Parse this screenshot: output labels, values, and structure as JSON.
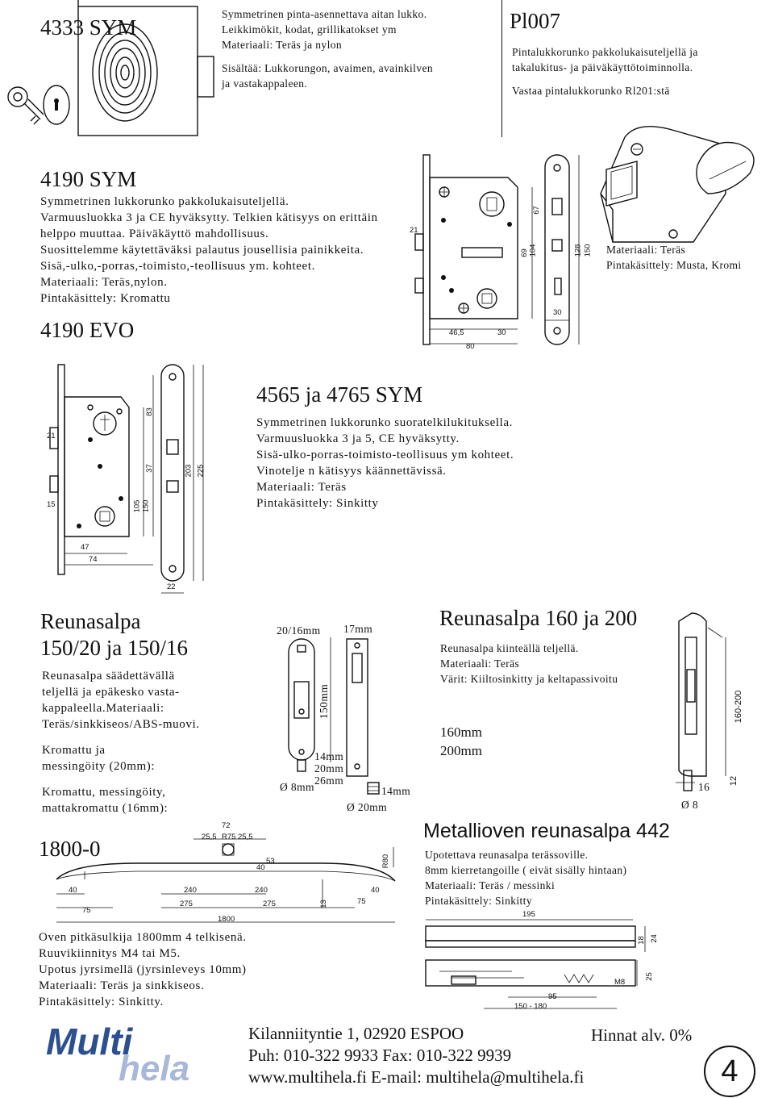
{
  "p4333": {
    "title": "4333 SYM",
    "lines": [
      "Symmetrinen pinta-asennettava aitan lukko.",
      "Leikkimökit, kodat, grillikatokset ym",
      "Materiaali: Teräs ja nylon",
      "",
      "Sisältää: Lukkorungon, avaimen, avainkilven",
      "ja vastakappaleen."
    ]
  },
  "pl007": {
    "title": "Pl007",
    "lines": [
      "Pintalukkorunko pakkolukaisuteljellä ja",
      "takalukitus- ja päiväkäyttötoiminnolla.",
      "",
      "Vastaa pintalukkorunko Rl201:stä"
    ],
    "material": [
      "Materiaali: Teräs",
      "Pintakäsittely: Musta, Kromi"
    ]
  },
  "p4190": {
    "title": "4190 SYM",
    "lines": [
      "Symmetrinen lukkorunko pakkolukaisuteljellä.",
      "Varmuusluokka 3 ja CE hyväksytty. Telkien kätisyys on erittäin",
      "helppo muuttaa. Päiväkäyttö mahdollisuus.",
      "Suosittelemme käytettäväksi palautus jousellisia painikkeita.",
      "Sisä,-ulko,-porras,-toimisto,-teollisuus ym. kohteet.",
      "Materiaali: Teräs,nylon.",
      "Pintakäsittely: Kromattu"
    ],
    "evo_title": "4190 EVO"
  },
  "dims_4190": {
    "d21": "21",
    "d46_5": "46,5",
    "d30a": "30",
    "d80": "80",
    "d69": "69",
    "d104": "104",
    "d67": "67",
    "d128": "128",
    "d150": "150",
    "d30b": "30"
  },
  "dims_evo": {
    "d21": "21",
    "d15": "15",
    "d47": "47",
    "d74": "74",
    "d83": "83",
    "d37": "37",
    "d105": "105",
    "d150": "150",
    "d203": "203",
    "d225": "225",
    "d22": "22"
  },
  "p4565": {
    "title": "4565 ja 4765 SYM",
    "lines": [
      "Symmetrinen lukkorunko suoratelkilukituksella.",
      "Varmuusluokka 3 ja 5, CE hyväksytty.",
      "Sisä-ulko-porras-toimisto-teollisuus ym kohteet.",
      "Vinotelje n kätisyys käännettävissä.",
      "Materiaali: Teräs",
      "Pintakäsittely: Sinkitty"
    ]
  },
  "reuna150": {
    "title1": "Reunasalpa",
    "title2": "150/20 ja 150/16",
    "lines": [
      "Reunasalpa säädettävällä",
      "teljellä ja epäkesko vasta-",
      "kappaleella.Materiaali:",
      "Teräs/sinkkiseos/ABS-muovi.",
      "",
      "Kromattu ja",
      "messingöity (20mm):",
      "",
      "Kromattu, messingöity,",
      "mattakromattu (16mm):"
    ],
    "dims": {
      "d20_16": "20/16mm",
      "d17": "17mm",
      "d150": "150mm",
      "d14a": "14mm",
      "d20": "20mm",
      "d26": "26mm",
      "d8": "Ø 8mm",
      "d14b": "14mm",
      "d20b": "Ø 20mm"
    }
  },
  "reuna160": {
    "title": "Reunasalpa 160 ja 200",
    "lines": [
      "Reunasalpa kiinteällä teljellä.",
      "Materiaali: Teräs",
      "Värit: Kiiltosinkitty ja keltapassivoitu"
    ],
    "sizes": [
      "160mm",
      "200mm"
    ],
    "dims": {
      "d160_200": "160-200",
      "d16": "16",
      "d12": "12",
      "d8": "Ø 8"
    }
  },
  "p1800": {
    "title": "1800-0",
    "lines": [
      "Oven pitkäsulkija 1800mm 4 telkisenä.",
      "Ruuvikiinnitys M4 tai M5.",
      "Upotus jyrsimellä (jyrsinleveys 10mm)",
      "Materiaali: Teräs ja sinkkiseos.",
      "Pintakäsittely: Sinkitty."
    ],
    "dims": {
      "d72": "72",
      "d25a": "25,5",
      "r75": "R75",
      "d25b": "25,5",
      "d40a": "40",
      "d53": "53",
      "r80": "R80",
      "d40b": "40",
      "d240a": "240",
      "d240b": "240",
      "d40c": "40",
      "d75a": "75",
      "d275a": "275",
      "d275b": "275",
      "d13": "13",
      "d75b": "75",
      "d1800": "1800"
    }
  },
  "p442": {
    "title": "Metallioven reunasalpa 442",
    "lines": [
      "Upotettava reunasalpa terässoville.",
      "8mm kierretangoille ( eivät sisälly hintaan)",
      "Materiaali: Teräs / messinki",
      "Pintakäsittely: Sinkitty"
    ],
    "dims": {
      "d195": "195",
      "d18": "18",
      "d24": "24",
      "m8": "M8",
      "d25": "25",
      "d95": "95",
      "d150_180": "150 - 180"
    }
  },
  "footer": {
    "address": "Kilanniityntie 1, 02920 ESPOO",
    "phone": "Puh: 010-322 9933 Fax: 010-322 9939",
    "web": "www.multihela.fi  E-mail: multihela@multihela.fi",
    "price_note": "Hinnat alv. 0%",
    "page_number": "4",
    "logo_text": "Multi hela"
  }
}
